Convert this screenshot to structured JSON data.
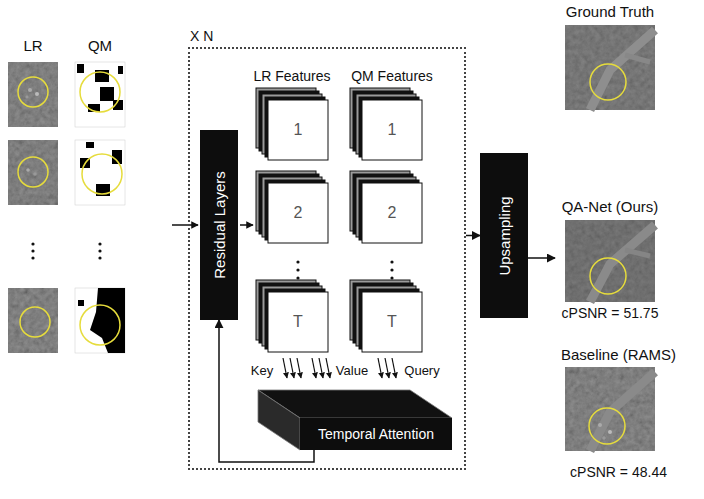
{
  "diagram": {
    "nodes": [
      {
        "text": [
          "X N"
        ]
      },
      {
        "text": [
          "Residual Layers"
        ],
        "in": 0
      },
      {
        "text": [
          "Temporal Attention"
        ],
        "in": 0
      },
      {
        "text": [
          "Upsampling"
        ]
      },
      {
        "text": [
          "Ground Truth"
        ]
      },
      {
        "text": [
          "QA-Net (Ours)",
          "cPSNR = 51.75"
        ]
      },
      {
        "text": [
          "Baseline (RAMS)",
          "cPSNR = 48.44"
        ]
      }
    ],
    "edges": [
      {
        "from": 2,
        "to": 1,
        "arrow": "to"
      },
      {
        "from": 0,
        "to": 3,
        "arrow": "to"
      },
      {
        "from": 3,
        "to": 5,
        "arrow": "to"
      }
    ],
    "labels": [
      "LR",
      "QM",
      "LR Features",
      "QM Features",
      "1",
      "2",
      "T",
      "1",
      "2",
      "T",
      "Key",
      "Value",
      "Query"
    ]
  }
}
